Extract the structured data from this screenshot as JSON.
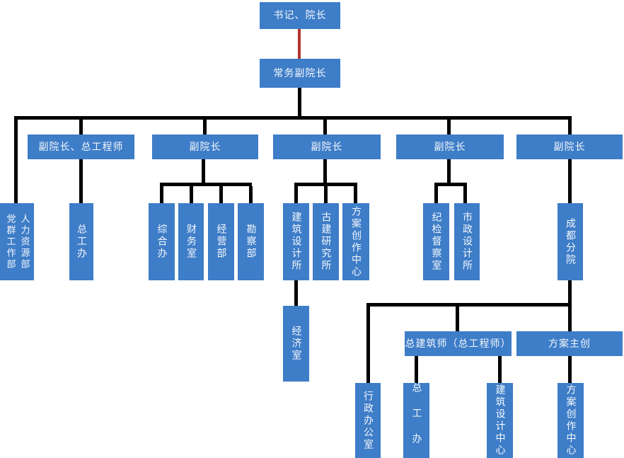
{
  "colors": {
    "node-fill": "#3E7DC8",
    "node-text": "#F4F8FC",
    "connector": "#000000",
    "accent-connector": "#B5342C",
    "page-bg": "#FFFFFF"
  },
  "chart_type": "org-chart",
  "nodes": {
    "secretary-dean": {
      "label": "书记、院长"
    },
    "executive-vice-dean": {
      "label": "常务副院长"
    },
    "vice-dean-chief-engineer": {
      "label": "副院长、总工程师"
    },
    "vice-dean-2": {
      "label": "副院长"
    },
    "vice-dean-3": {
      "label": "副院长"
    },
    "vice-dean-4": {
      "label": "副院长"
    },
    "vice-dean-5": {
      "label": "副院长"
    },
    "party-mass-work-dept": {
      "label": "党群工作部"
    },
    "hr-dept": {
      "label": "人力资源部"
    },
    "chief-engineer-office": {
      "label": "总工办"
    },
    "general-office": {
      "label": "综合办"
    },
    "finance-office": {
      "label": "财务室"
    },
    "operations-dept": {
      "label": "经营部"
    },
    "survey-dept": {
      "label": "勘察部"
    },
    "architectural-design-institute": {
      "label": "建筑设计所"
    },
    "ancient-architecture-institute": {
      "label": "古建研究所"
    },
    "scheme-creation-center": {
      "label": "方案创作中心"
    },
    "discipline-inspection-office": {
      "label": "纪检督察室"
    },
    "municipal-design-institute": {
      "label": "市政设计所"
    },
    "chengdu-branch": {
      "label": "成都分院"
    },
    "economics-office": {
      "label": "经济室"
    },
    "chief-architect": {
      "label": "总建筑师（总工程师）"
    },
    "scheme-lead": {
      "label": "方案主创"
    },
    "administrative-office": {
      "label": "行政办公室"
    },
    "branch-chief-engineer-office": {
      "label": "总工办"
    },
    "architectural-design-center": {
      "label": "建筑设计中心"
    },
    "branch-scheme-creation-center": {
      "label": "方案创作中心"
    }
  },
  "hierarchy_note": "书记、院长 > 常务副院长 > [党群工作部/人力资源部, 副院长、总工程师 > 总工办, 副院长 > (综合办/财务室/经营部/勘察部), 副院长 > (建筑设计所 > 经济室, 古建研究所, 方案创作中心), 副院长 > (纪检督察室, 市政设计所), 副院长 > 成都分院 > (行政办公室, 总建筑师（总工程师） > (总工办, 建筑设计中心), 方案主创 > 方案创作中心)]"
}
